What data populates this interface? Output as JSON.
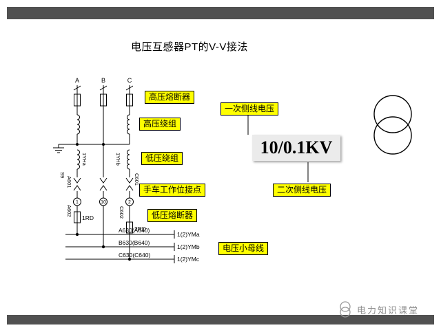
{
  "title": "电压互感器PT的V-V接法",
  "callouts": {
    "hv_fuse": "高压熔断器",
    "hv_winding": "高压绕组",
    "lv_winding": "低压绕组",
    "handcart": "手车工作位接点",
    "lv_fuse": "低压熔断器",
    "primary_line_voltage": "一次侧线电压",
    "secondary_line_voltage": "二次侧线电压",
    "voltage_bus": "电压小母线"
  },
  "ratio_text": "10/0.1KV",
  "circuit": {
    "phases": [
      "A",
      "B",
      "C"
    ],
    "pt_labels": [
      "1YHa",
      "1YHb"
    ],
    "aux_labels": [
      "S9",
      "A601",
      "C601",
      "A602",
      "C602"
    ],
    "node_numbers": [
      "1",
      "10",
      "2"
    ],
    "fuses": [
      "1RD",
      "2RD"
    ],
    "bus_wires": [
      "A630(A640)",
      "B630(B640)",
      "C630(C640)"
    ],
    "bus_terminals": [
      "1(2)YMa",
      "1(2)YMb",
      "1(2)YMc"
    ]
  },
  "footer": {
    "brand": "电力知识课堂"
  },
  "colors": {
    "label_bg": "#ffff00",
    "border_bar": "#515151",
    "ratio_panel": "#ebebeb",
    "footer_text": "#8d8d8d",
    "line": "#000000"
  }
}
